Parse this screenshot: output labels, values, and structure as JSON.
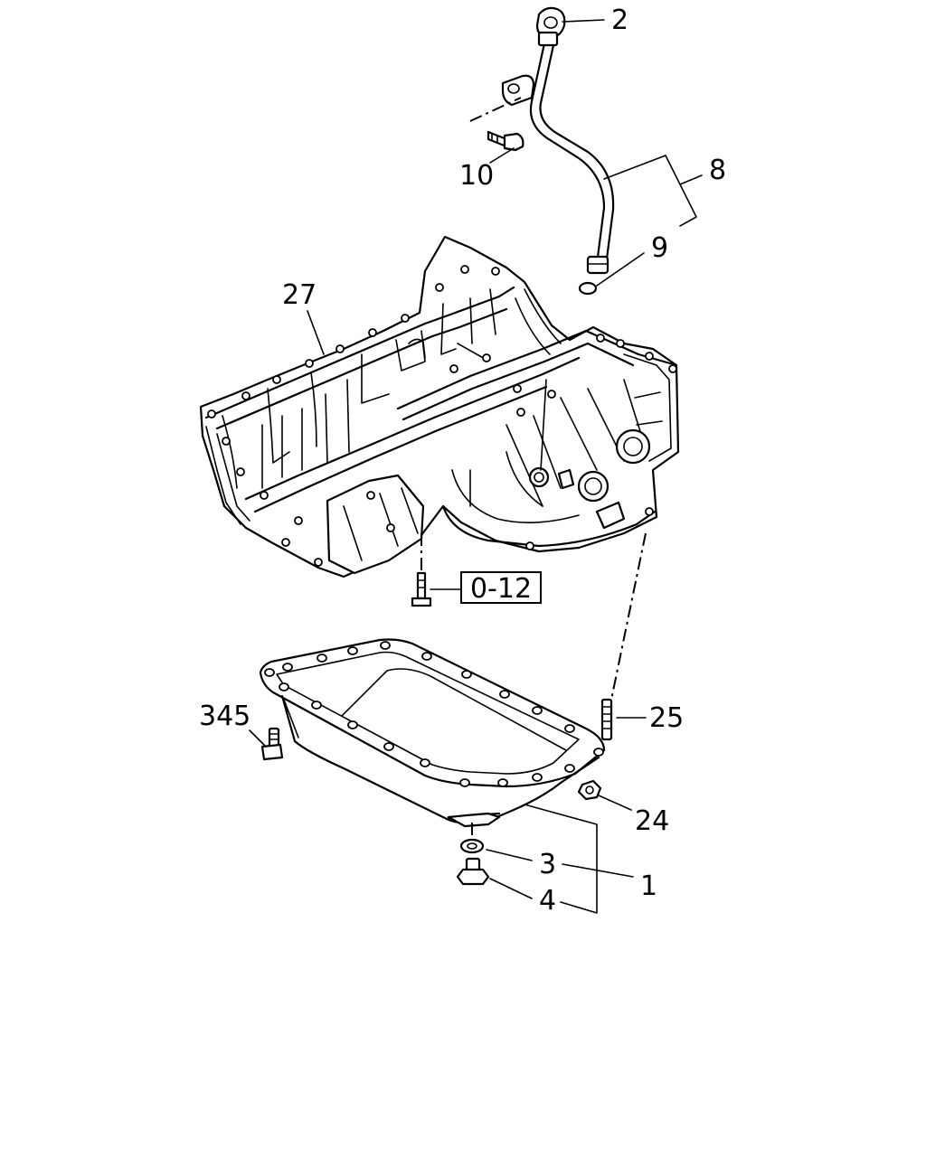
{
  "callouts": {
    "c1": "1",
    "c2": "2",
    "c3": "3",
    "c4": "4",
    "c8": "8",
    "c9": "9",
    "c10": "10",
    "c24": "24",
    "c25": "25",
    "c27": "27",
    "c345": "345"
  },
  "reference_box": "0-12"
}
